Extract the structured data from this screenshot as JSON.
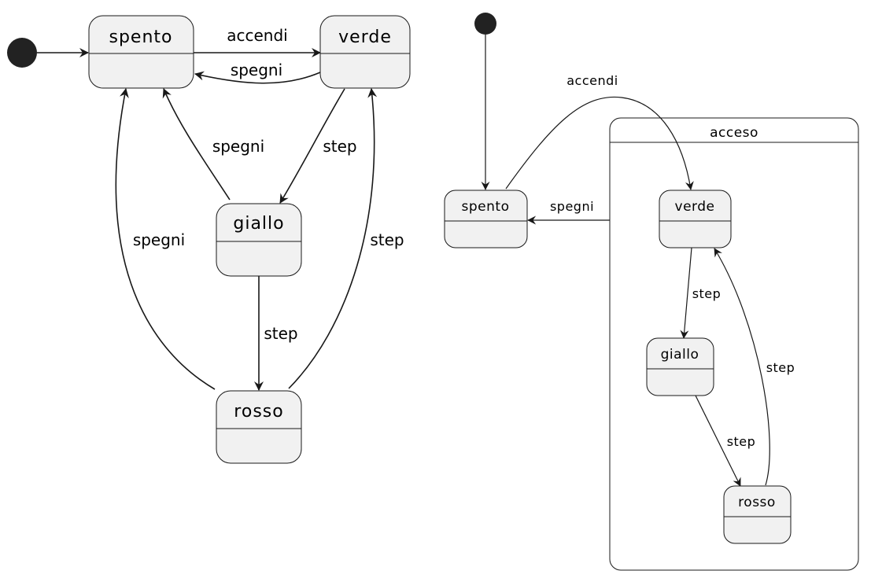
{
  "left": {
    "states": {
      "spento": "spento",
      "verde": "verde",
      "giallo": "giallo",
      "rosso": "rosso"
    },
    "transitions": {
      "spento_verde": "accendi",
      "verde_spento": "spegni",
      "giallo_spento": "spegni",
      "rosso_spento": "spegni",
      "verde_giallo": "step",
      "giallo_rosso": "step",
      "rosso_verde": "step"
    }
  },
  "right": {
    "composite_title": "acceso",
    "states": {
      "spento": "spento",
      "verde": "verde",
      "giallo": "giallo",
      "rosso": "rosso"
    },
    "transitions": {
      "spento_verde": "accendi",
      "acceso_spento": "spegni",
      "verde_giallo": "step",
      "giallo_rosso": "step",
      "rosso_verde": "step"
    }
  }
}
